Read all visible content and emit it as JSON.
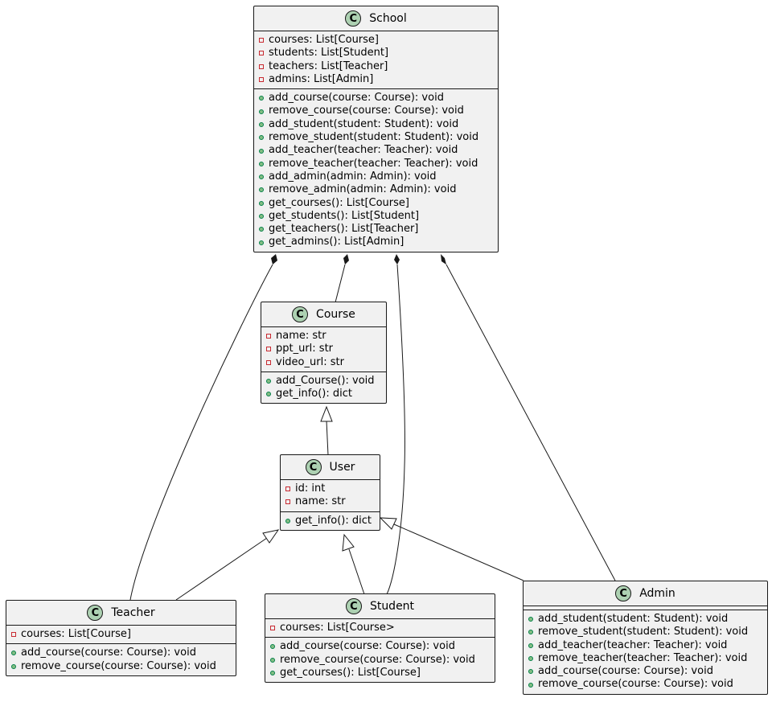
{
  "classes": {
    "school": {
      "name": "School",
      "badge": "C",
      "attributes": [
        {
          "visibility": "private",
          "text": "courses: List[Course]"
        },
        {
          "visibility": "private",
          "text": "students: List[Student]"
        },
        {
          "visibility": "private",
          "text": "teachers: List[Teacher]"
        },
        {
          "visibility": "private",
          "text": "admins: List[Admin]"
        }
      ],
      "methods": [
        {
          "visibility": "public",
          "text": "add_course(course: Course): void"
        },
        {
          "visibility": "public",
          "text": "remove_course(course: Course): void"
        },
        {
          "visibility": "public",
          "text": "add_student(student: Student): void"
        },
        {
          "visibility": "public",
          "text": "remove_student(student: Student): void"
        },
        {
          "visibility": "public",
          "text": "add_teacher(teacher: Teacher): void"
        },
        {
          "visibility": "public",
          "text": "remove_teacher(teacher: Teacher): void"
        },
        {
          "visibility": "public",
          "text": "add_admin(admin: Admin): void"
        },
        {
          "visibility": "public",
          "text": "remove_admin(admin: Admin): void"
        },
        {
          "visibility": "public",
          "text": "get_courses(): List[Course]"
        },
        {
          "visibility": "public",
          "text": "get_students(): List[Student]"
        },
        {
          "visibility": "public",
          "text": "get_teachers(): List[Teacher]"
        },
        {
          "visibility": "public",
          "text": "get_admins(): List[Admin]"
        }
      ]
    },
    "course": {
      "name": "Course",
      "badge": "C",
      "attributes": [
        {
          "visibility": "private",
          "text": "name: str"
        },
        {
          "visibility": "private",
          "text": "ppt_url: str"
        },
        {
          "visibility": "private",
          "text": "video_url: str"
        }
      ],
      "methods": [
        {
          "visibility": "public",
          "text": "add_Course(): void"
        },
        {
          "visibility": "public",
          "text": "get_info(): dict"
        }
      ]
    },
    "user": {
      "name": "User",
      "badge": "C",
      "attributes": [
        {
          "visibility": "private",
          "text": "id: int"
        },
        {
          "visibility": "private",
          "text": "name: str"
        }
      ],
      "methods": [
        {
          "visibility": "public",
          "text": "get_info(): dict"
        }
      ]
    },
    "teacher": {
      "name": "Teacher",
      "badge": "C",
      "attributes": [
        {
          "visibility": "private",
          "text": "courses: List[Course]"
        }
      ],
      "methods": [
        {
          "visibility": "public",
          "text": "add_course(course: Course): void"
        },
        {
          "visibility": "public",
          "text": "remove_course(course: Course): void"
        }
      ]
    },
    "student": {
      "name": "Student",
      "badge": "C",
      "attributes": [
        {
          "visibility": "private",
          "text": "courses: List[Course>"
        }
      ],
      "methods": [
        {
          "visibility": "public",
          "text": "add_course(course: Course): void"
        },
        {
          "visibility": "public",
          "text": "remove_course(course: Course): void"
        },
        {
          "visibility": "public",
          "text": "get_courses(): List[Course]"
        }
      ]
    },
    "admin": {
      "name": "Admin",
      "badge": "C",
      "attributes": [],
      "methods": [
        {
          "visibility": "public",
          "text": "add_student(student: Student): void"
        },
        {
          "visibility": "public",
          "text": "remove_student(student: Student): void"
        },
        {
          "visibility": "public",
          "text": "add_teacher(teacher: Teacher): void"
        },
        {
          "visibility": "public",
          "text": "remove_teacher(teacher: Teacher): void"
        },
        {
          "visibility": "public",
          "text": "add_course(course: Course): void"
        },
        {
          "visibility": "public",
          "text": "remove_course(course: Course): void"
        }
      ]
    }
  },
  "relations": [
    {
      "type": "composition",
      "from": "School",
      "to": "Teacher"
    },
    {
      "type": "composition",
      "from": "School",
      "to": "Course"
    },
    {
      "type": "composition",
      "from": "School",
      "to": "Student"
    },
    {
      "type": "composition",
      "from": "School",
      "to": "Admin"
    },
    {
      "type": "inheritance",
      "from": "User",
      "to": "Course"
    },
    {
      "type": "inheritance",
      "from": "Teacher",
      "to": "User"
    },
    {
      "type": "inheritance",
      "from": "Student",
      "to": "User"
    },
    {
      "type": "inheritance",
      "from": "Admin",
      "to": "User"
    }
  ],
  "colors": {
    "box_fill": "#f1f1f1",
    "border": "#181818",
    "class_badge": "#add1b2",
    "private_marker": "#c82930",
    "public_marker": "#84be84"
  }
}
